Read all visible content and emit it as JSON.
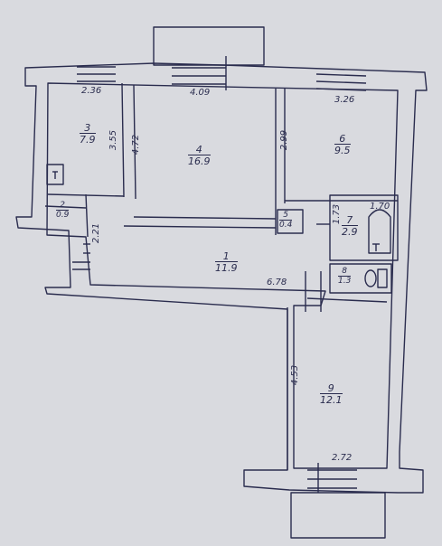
{
  "rooms": [
    {
      "key": "r1",
      "number": "1",
      "area": "11.9"
    },
    {
      "key": "r2",
      "number": "2",
      "area": "0.9"
    },
    {
      "key": "r3",
      "number": "3",
      "area": "7.9"
    },
    {
      "key": "r4",
      "number": "4",
      "area": "16.9"
    },
    {
      "key": "r5",
      "number": "5",
      "area": "0.4"
    },
    {
      "key": "r6",
      "number": "6",
      "area": "9.5"
    },
    {
      "key": "r7",
      "number": "7",
      "area": "2.9"
    },
    {
      "key": "r8",
      "number": "8",
      "area": "1.3"
    },
    {
      "key": "r9",
      "number": "9",
      "area": "12.1"
    }
  ],
  "dimensions": {
    "room3_width": "2.36",
    "room3_depth": "3.55",
    "room4_width": "4.09",
    "room4_depth": "4.72",
    "room6_width": "3.26",
    "room6_depth": "2.99",
    "hall_length": "6.78",
    "hall_width": "2.21",
    "room7_depth": "1.73",
    "bath_width": "1.70",
    "room9_width": "2.72",
    "room9_depth": "4.53"
  },
  "colors": {
    "paper": "#d9dadf",
    "ink": "#2a2c4e"
  },
  "icons": [
    "bathtub-icon",
    "toilet-icon",
    "stove-icon",
    "window-icon",
    "door-icon"
  ]
}
